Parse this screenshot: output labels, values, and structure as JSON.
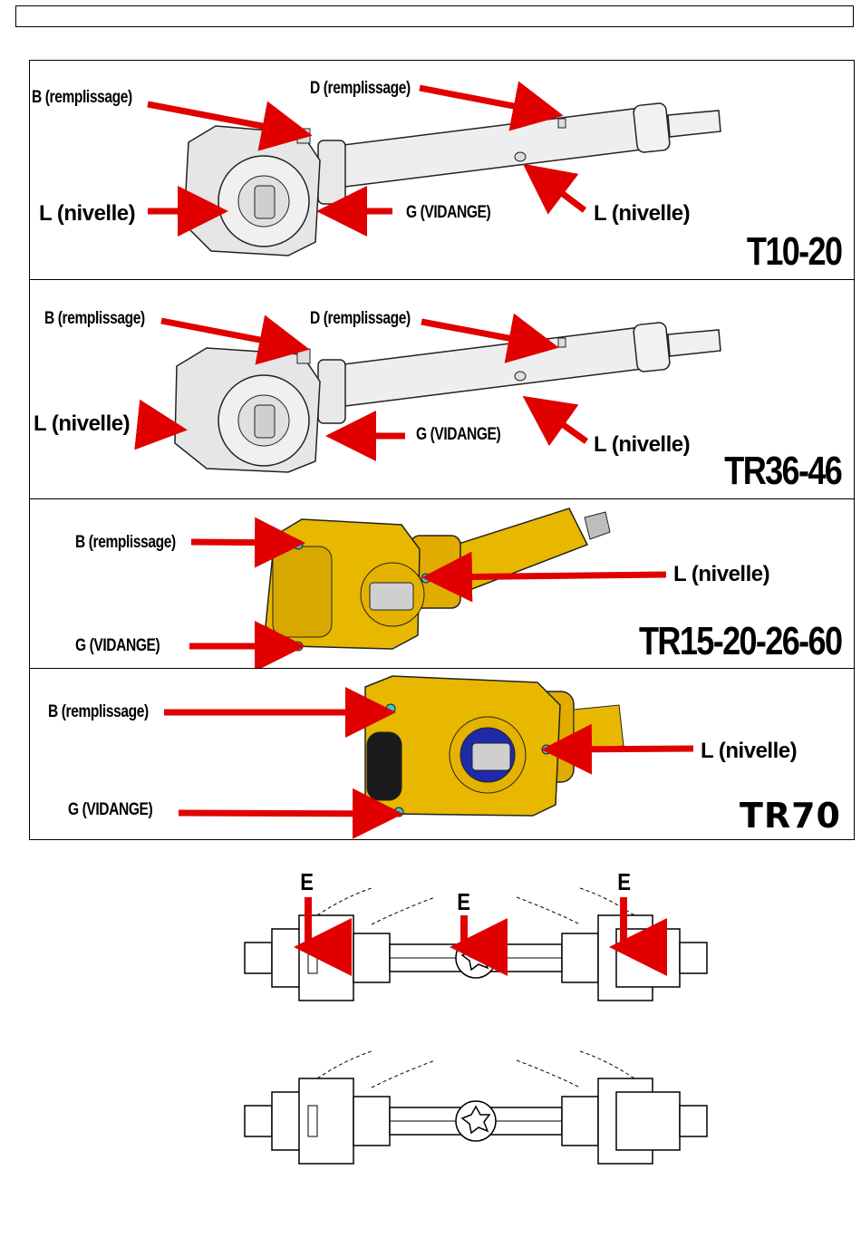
{
  "panels": [
    {
      "model": "T10-20",
      "labels": {
        "b": "B (remplissage)",
        "d": "D (remplissage)",
        "l_left": "L (nivelle)",
        "g": "G (VIDANGE)",
        "l_right": "L (nivelle)"
      }
    },
    {
      "model": "TR36-46",
      "labels": {
        "b": "B (remplissage)",
        "d": "D (remplissage)",
        "l_left": "L (nivelle)",
        "g": "G (VIDANGE)",
        "l_right": "L (nivelle)"
      }
    },
    {
      "model": "TR15-20-26-60",
      "labels": {
        "b": "B (remplissage)",
        "g": "G (VIDANGE)",
        "l_right": "L (nivelle)"
      }
    },
    {
      "model": "TR70",
      "labels": {
        "b": "B (remplissage)",
        "g": "G (VIDANGE)",
        "l_right": "L (nivelle)"
      }
    }
  ],
  "shaft": {
    "e_labels": [
      "E",
      "E",
      "E"
    ]
  },
  "colors": {
    "arrow": "#e00000",
    "gearbox_grey": "#e6e6e6",
    "gearbox_yellow": "#e8b800",
    "plug_cyan": "#35c9d6",
    "seal_blue": "#1f2aa8"
  }
}
